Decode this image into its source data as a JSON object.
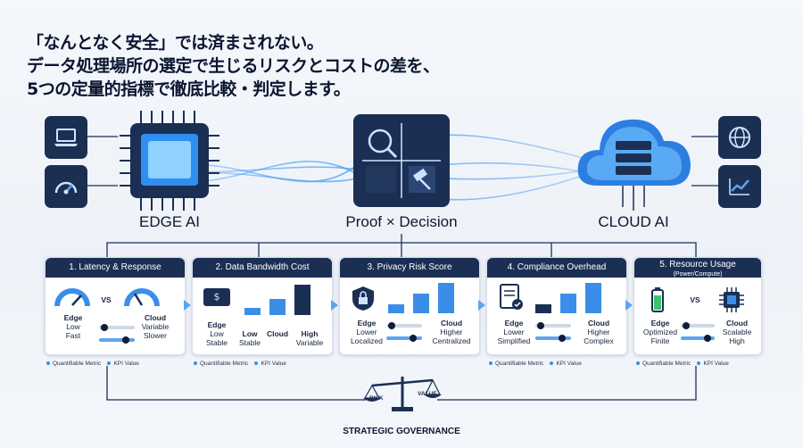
{
  "headline": {
    "line1": "「なんとなく安全」では済まされない。",
    "line2": "データ処理場所の選定で生じるリスクとコストの差を、",
    "line3": "5つの定量的指標で徹底比較・判定します。"
  },
  "nodes": {
    "edge": "EDGE AI",
    "center": "Proof × Decision",
    "cloud": "CLOUD AI"
  },
  "cards": [
    {
      "title": "1. Latency & Response",
      "edge_label": "Edge",
      "edge_v1": "Low",
      "edge_v2": "Fast",
      "vs": "VS",
      "cloud_label": "Cloud",
      "cloud_v1": "Variable",
      "cloud_v2": "Slower"
    },
    {
      "title": "2. Data Bandwidth Cost",
      "edge_label": "Edge",
      "edge_v1": "Low",
      "edge_v2": "Stable",
      "col2_a": "Low",
      "col2_b": "Stable",
      "cloud_label": "Cloud",
      "col3_a": "High",
      "col3_b": "Variable"
    },
    {
      "title": "3. Privacy Risk Score",
      "edge_label": "Edge",
      "edge_v1": "Lower",
      "edge_v2": "Localized",
      "cloud_label": "Cloud",
      "cloud_v1": "Higher",
      "cloud_v2": "Centralized"
    },
    {
      "title": "4. Compliance Overhead",
      "edge_label": "Edge",
      "edge_v1": "Lower",
      "edge_v2": "Simplified",
      "cloud_label": "Cloud",
      "cloud_v1": "Higher",
      "cloud_v2": "Complex"
    },
    {
      "title": "5. Resource Usage",
      "subtitle": "(Power/Compute)",
      "edge_label": "Edge",
      "edge_v1": "Optimized",
      "edge_v2": "Finite",
      "vs": "VS",
      "cloud_label": "Cloud",
      "cloud_v1": "Scalable",
      "cloud_v2": "High"
    }
  ],
  "footer": {
    "metric": "Quantifiable Metric",
    "kpi": "KPI Value"
  },
  "scale": {
    "risk": "RISK",
    "value": "VALUE",
    "caption": "STRATEGIC GOVERNANCE"
  },
  "colors": {
    "navy": "#1b2f55",
    "accent": "#3b8ee8",
    "light": "#8fc3f5"
  }
}
